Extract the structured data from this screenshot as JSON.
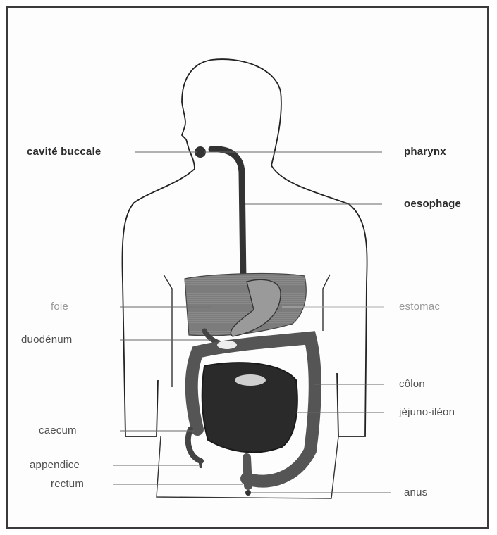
{
  "labels": {
    "cavite_buccale": "cavité buccale",
    "pharynx": "pharynx",
    "oesophage": "oesophage",
    "foie": "foie",
    "estomac": "estomac",
    "duodenum": "duodénum",
    "colon": "côlon",
    "jejuno_ileon": "jéjuno-iléon",
    "caecum": "caecum",
    "appendice": "appendice",
    "rectum": "rectum",
    "anus": "anus"
  }
}
